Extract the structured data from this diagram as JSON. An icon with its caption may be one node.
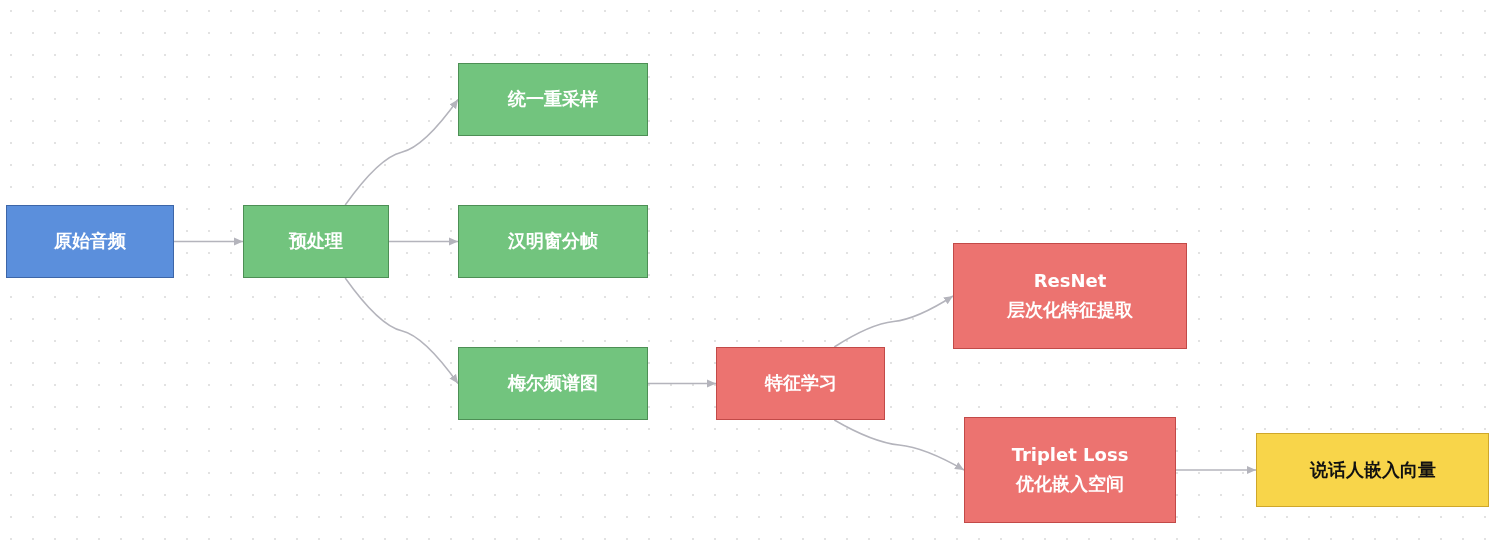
{
  "diagram": {
    "nodes": [
      {
        "text": [
          "原始音频"
        ]
      },
      {
        "text": [
          "预处理"
        ]
      },
      {
        "text": [
          "统一重采样"
        ]
      },
      {
        "text": [
          "汉明窗分帧"
        ]
      },
      {
        "text": [
          "梅尔频谱图"
        ]
      },
      {
        "text": [
          "特征学习"
        ]
      },
      {
        "text": [
          "ResNet 层次化特征提取"
        ]
      },
      {
        "text": [
          "Triplet Loss 优化嵌入空间"
        ]
      },
      {
        "text": [
          "说话人嵌入向量"
        ]
      }
    ],
    "edges": [
      {
        "from": 0,
        "to": 1,
        "arrow": "to"
      },
      {
        "from": 1,
        "to": 2,
        "arrow": "to"
      },
      {
        "from": 1,
        "to": 3,
        "arrow": "to"
      },
      {
        "from": 1,
        "to": 4,
        "arrow": "to"
      },
      {
        "from": 4,
        "to": 5,
        "arrow": "to"
      },
      {
        "from": 5,
        "to": 6,
        "arrow": "to"
      },
      {
        "from": 5,
        "to": 7,
        "arrow": "to"
      },
      {
        "from": 7,
        "to": 8,
        "arrow": "to"
      }
    ]
  }
}
